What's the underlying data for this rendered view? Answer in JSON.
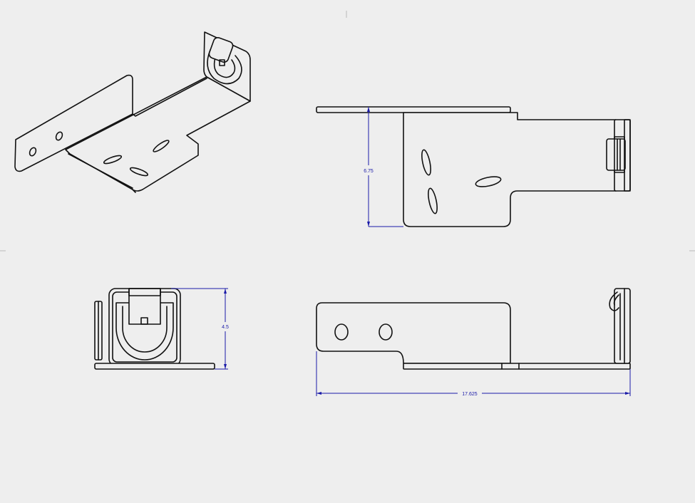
{
  "drawing": {
    "views": [
      "isometric",
      "top",
      "front",
      "side"
    ],
    "dimensions": {
      "height_top_view": "6.75",
      "height_front_view": "4.5",
      "overall_length": "17.625"
    },
    "colors": {
      "background": "#eeeeee",
      "line": "#111111",
      "dimension": "#1a1aa8"
    }
  }
}
